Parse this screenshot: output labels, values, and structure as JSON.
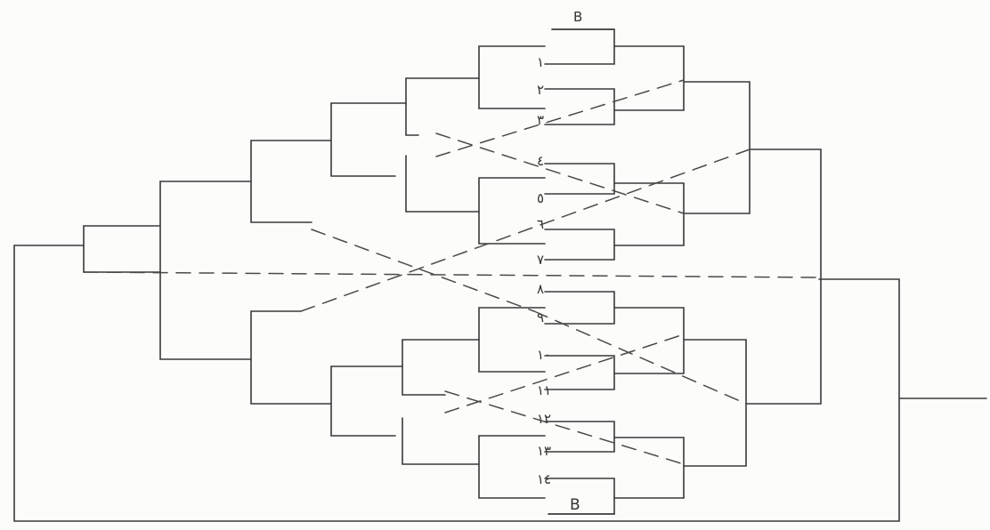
{
  "labels": {
    "top_marker": "B",
    "bottom_marker": "B",
    "players": [
      "١",
      "٢",
      "٣",
      "٤",
      "٥",
      "٦",
      "٧",
      "٨",
      "٩",
      "١٠",
      "١١",
      "١٢",
      "١٣",
      "١٤"
    ]
  }
}
